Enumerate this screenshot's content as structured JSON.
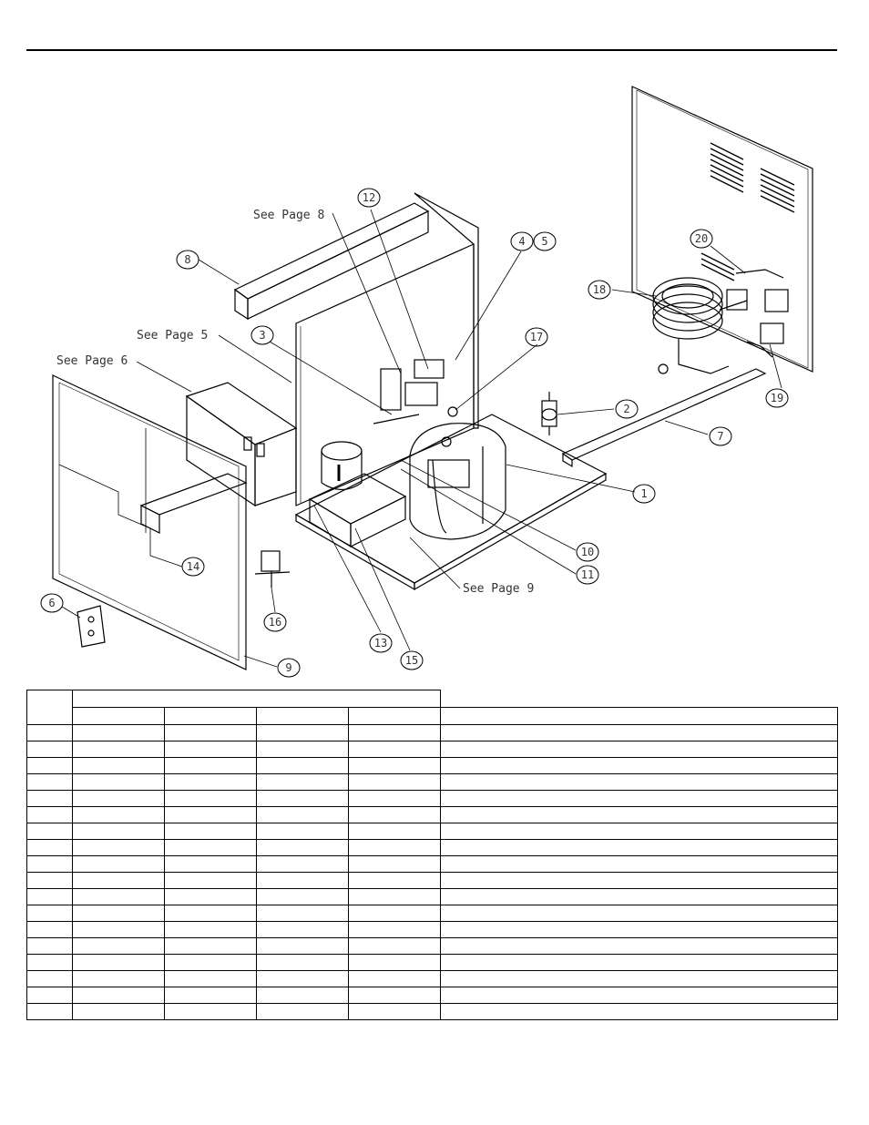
{
  "diagram": {
    "references": {
      "page8": "See Page 8",
      "page5": "See Page 5",
      "page6": "See Page 6",
      "page9": "See Page 9"
    },
    "callouts": [
      "1",
      "2",
      "3",
      "4",
      "5",
      "6",
      "7",
      "8",
      "9",
      "10",
      "11",
      "12",
      "13",
      "14",
      "15",
      "16",
      "17",
      "18",
      "19",
      "20"
    ]
  },
  "table": {
    "header_top": [
      "",
      ""
    ],
    "header_columns": [
      "",
      "",
      "",
      "",
      ""
    ],
    "rows": [
      [
        "",
        "",
        "",
        "",
        "",
        ""
      ],
      [
        "",
        "",
        "",
        "",
        "",
        ""
      ],
      [
        "",
        "",
        "",
        "",
        "",
        ""
      ],
      [
        "",
        "",
        "",
        "",
        "",
        ""
      ],
      [
        "",
        "",
        "",
        "",
        "",
        ""
      ],
      [
        "",
        "",
        "",
        "",
        "",
        ""
      ],
      [
        "",
        "",
        "",
        "",
        "",
        ""
      ],
      [
        "",
        "",
        "",
        "",
        "",
        ""
      ],
      [
        "",
        "",
        "",
        "",
        "",
        ""
      ],
      [
        "",
        "",
        "",
        "",
        "",
        ""
      ],
      [
        "",
        "",
        "",
        "",
        "",
        ""
      ],
      [
        "",
        "",
        "",
        "",
        "",
        ""
      ],
      [
        "",
        "",
        "",
        "",
        "",
        ""
      ],
      [
        "",
        "",
        "",
        "",
        "",
        ""
      ],
      [
        "",
        "",
        "",
        "",
        "",
        ""
      ],
      [
        "",
        "",
        "",
        "",
        "",
        ""
      ],
      [
        "",
        "",
        "",
        "",
        "",
        ""
      ],
      [
        "",
        "",
        "",
        "",
        "",
        ""
      ]
    ]
  }
}
